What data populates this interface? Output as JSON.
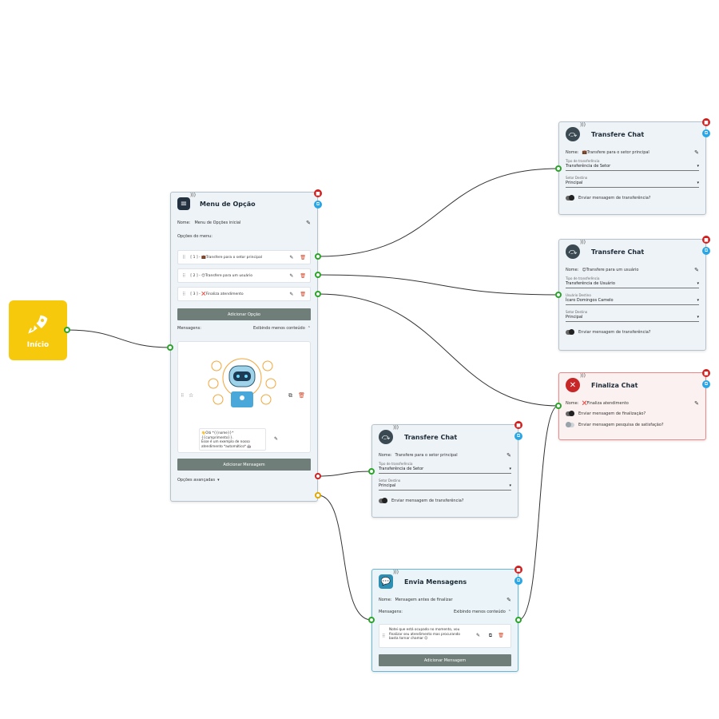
{
  "start_node": {
    "label": "Início",
    "icon": "rocket-icon"
  },
  "menu_node": {
    "title": "Menu de Opção",
    "name_label": "Nome:",
    "name_value": "Menu de Opções inicial",
    "options_label": "Opções do menu:",
    "options": [
      {
        "text": "[ 1 ] - 💼Transfere para o setor principal"
      },
      {
        "text": "[ 2 ] - 😊Transfere para um usuário"
      },
      {
        "text": "[ 3 ] - ❌Finaliza atendimento"
      }
    ],
    "add_option": "Adicionar Opção",
    "messages_label": "Mensagens:",
    "messages_toggle": "Exibindo menos conteúdo",
    "message_text_1": "👋Olá *{{nome}}* {{cumprimento}}.",
    "message_text_2": "Esse é um exemplo de nosso",
    "message_text_3": "atendimento *automático* 🤖",
    "add_message": "Adicionar Mensagem",
    "advanced": "Opções avançadas"
  },
  "transfer_top": {
    "title": "Transfere Chat",
    "name_label": "Nome:",
    "name_value": "💼Transfere para o setor principal",
    "type_label": "Tipo de transferência",
    "type_value": "Transferência de Setor",
    "sector_label": "Setor Destino",
    "sector_value": "Principal",
    "toggle_label": "Enviar mensagem de transferência?"
  },
  "transfer_mid": {
    "title": "Transfere Chat",
    "name_label": "Nome:",
    "name_value": "😊Transfere para um usuário",
    "type_label": "Tipo de transferência",
    "type_value": "Transferência de Usuário",
    "user_label": "Usuário Destino",
    "user_value": "Ícaro Domingos Camelo",
    "sector_label": "Setor Destino",
    "sector_value": "Principal",
    "toggle_label": "Enviar mensagem de transferência?"
  },
  "finish_node": {
    "title": "Finaliza Chat",
    "name_label": "Nome:",
    "name_value": "❌Finaliza atendimento",
    "toggle1": "Enviar mensagem de finalização?",
    "toggle2": "Enviar mensagem pesquisa de satisfação?"
  },
  "transfer_low": {
    "title": "Transfere Chat",
    "name_label": "Nome:",
    "name_value": "Transfere para o setor principal",
    "type_label": "Tipo de transferência",
    "type_value": "Transferência de Setor",
    "sector_label": "Setor Destino",
    "sector_value": "Principal",
    "toggle_label": "Enviar mensagem de transferência?"
  },
  "send_node": {
    "title": "Envia Mensagens",
    "name_label": "Nome:",
    "name_value": "Mensagem antes de finalizar",
    "messages_label": "Mensagens:",
    "messages_toggle": "Exibindo menos conteúdo",
    "msg_1": "Notei que está ocupado no momento, vou",
    "msg_2": "finalizar seu atendimento mas procurando",
    "msg_3": "basta tornar chamar 😉",
    "add_message": "Adicionar Mensagem"
  },
  "colors": {
    "start": "#f7c90c",
    "delete": "#d01f1f",
    "copy": "#29a6e6",
    "port_green": "#2aa52a",
    "button": "#6f7e78"
  }
}
